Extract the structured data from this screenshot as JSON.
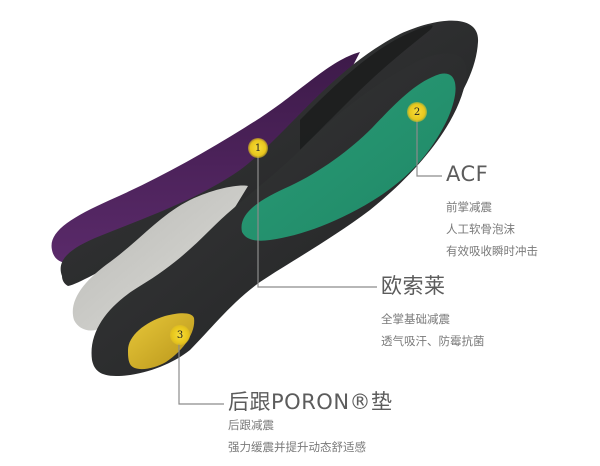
{
  "colors": {
    "background": "#ffffff",
    "insole_dark": "#2e2f30",
    "topsheet_purple": "#4a2157",
    "acf_green": "#2f9b78",
    "arch_gray": "#c9c9c5",
    "poron_yellow": "#d6b52a",
    "callout_line": "#8c8c8c",
    "title_text": "#5c5c5c",
    "desc_text": "#7a7a7a"
  },
  "markers": [
    {
      "number": "1",
      "name": "欧索莱"
    },
    {
      "number": "2",
      "name": "ACF"
    },
    {
      "number": "3",
      "name": "后跟PORON®垫"
    }
  ],
  "callouts": {
    "acf": {
      "title": "ACF",
      "lines": [
        "前掌减震",
        "人工软骨泡沫",
        "有效吸收瞬时冲击"
      ]
    },
    "ortholite": {
      "title": "欧索莱",
      "lines": [
        "全掌基础减震",
        "透气吸汗、防霉抗菌"
      ]
    },
    "poron": {
      "title": "后跟PORON®垫",
      "lines": [
        "后跟减震",
        "强力缓震并提升动态舒适感"
      ]
    }
  }
}
